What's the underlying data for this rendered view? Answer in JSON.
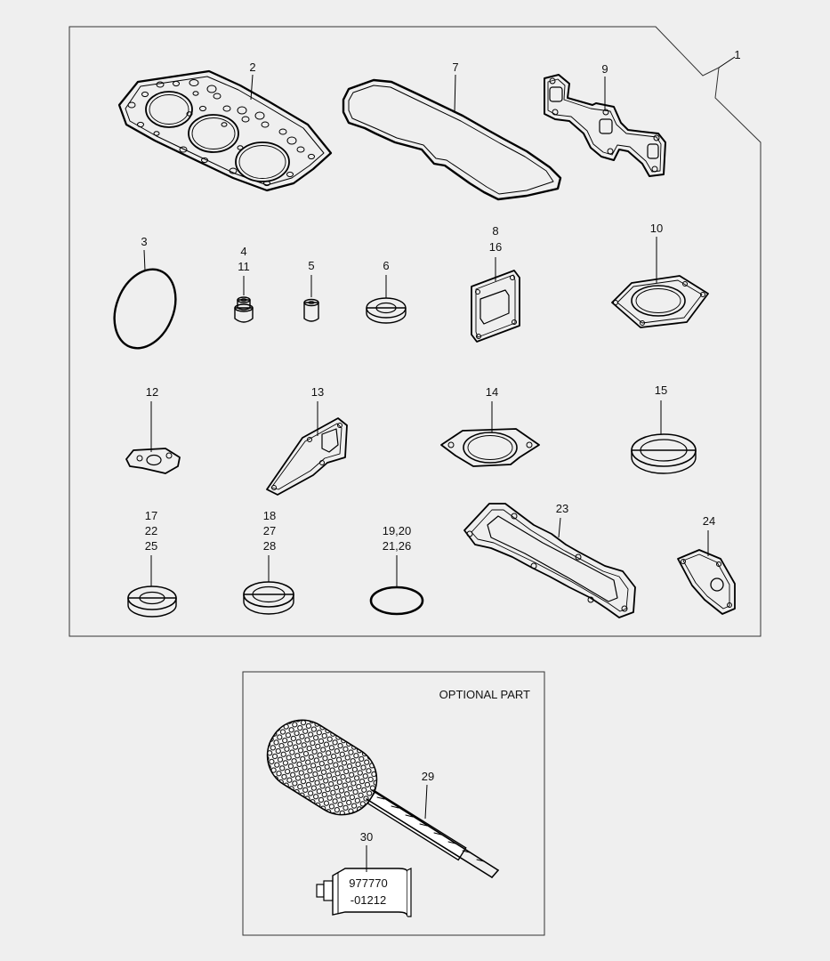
{
  "callouts": {
    "c1": "1",
    "c2": "2",
    "c3": "3",
    "c4": "4",
    "c11": "11",
    "c5": "5",
    "c6": "6",
    "c7": "7",
    "c8": "8",
    "c16": "16",
    "c9": "9",
    "c10": "10",
    "c12": "12",
    "c13": "13",
    "c14": "14",
    "c15": "15",
    "c17": "17",
    "c22": "22",
    "c25": "25",
    "c18": "18",
    "c27": "27",
    "c28": "28",
    "c19": "19,20",
    "c21": "21,26",
    "c23": "23",
    "c24": "24",
    "c29": "29",
    "c30": "30"
  },
  "optional_box": {
    "title": "OPTIONAL PART"
  },
  "tube": {
    "line1": "977770",
    "line2": "-01212"
  },
  "icons": {
    "brush": "cylinder-hone-brush-icon",
    "tube": "sealant-tube-icon"
  }
}
